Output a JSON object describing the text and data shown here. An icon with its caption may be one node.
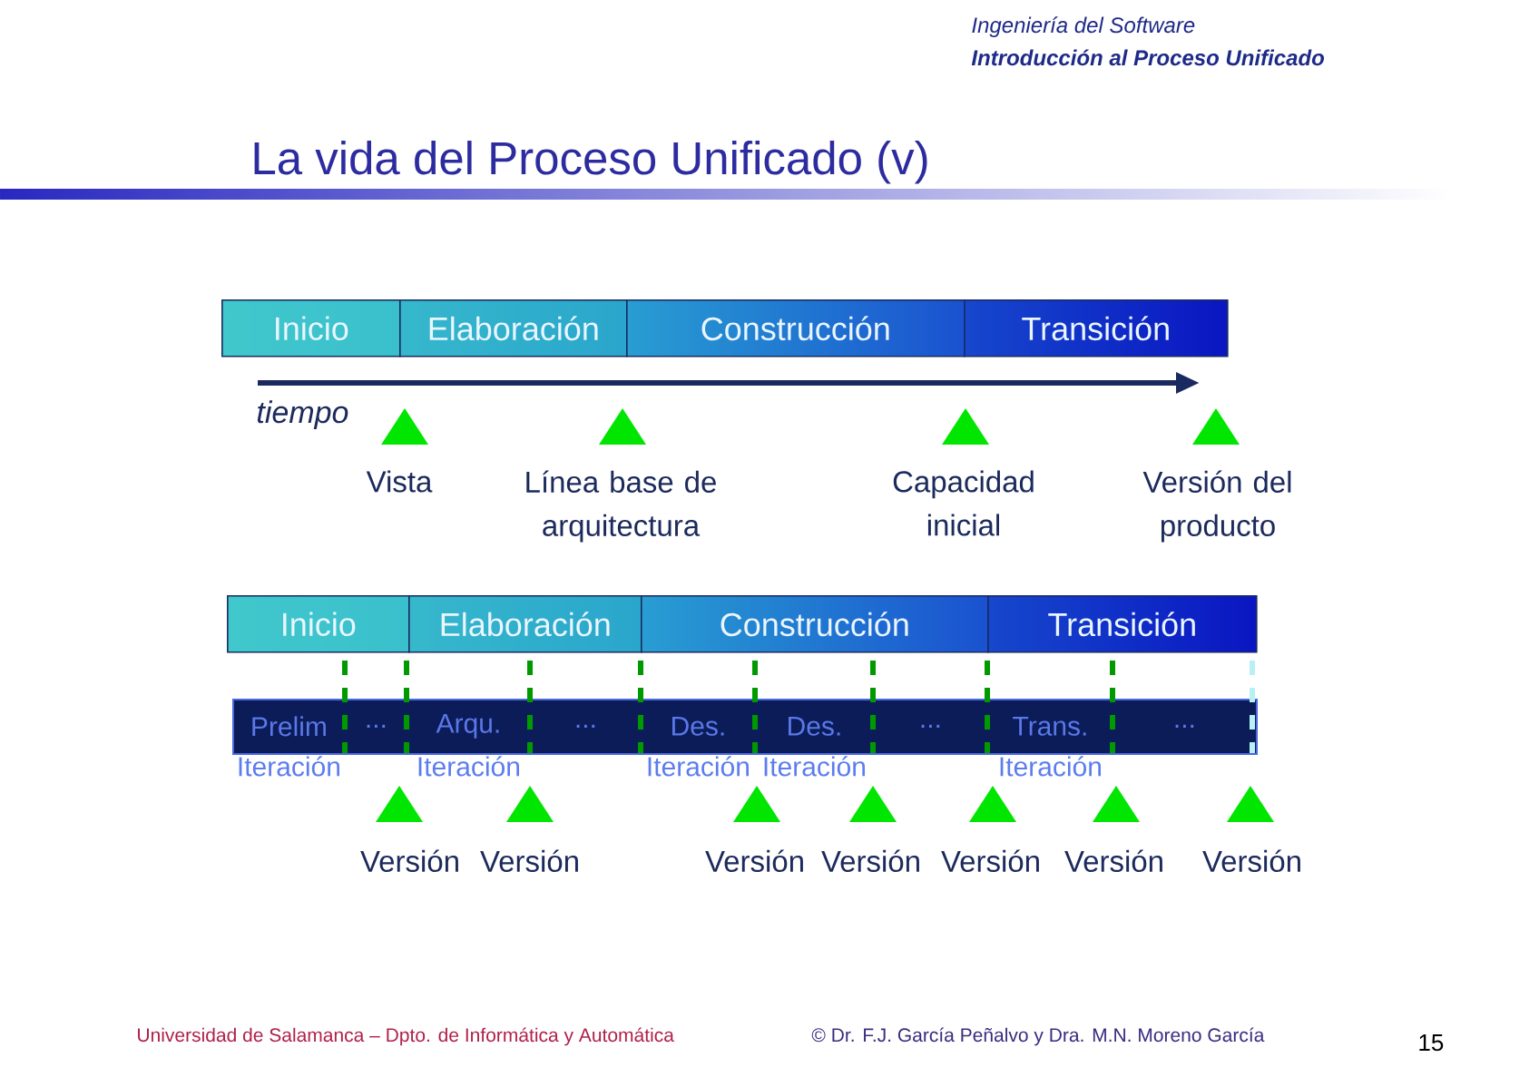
{
  "diagram": {
    "title": "La vida del Proceso Unificado (v)",
    "nodes": [
      {
        "text": [
          "Inicio"
        ]
      },
      {
        "text": [
          "Elaboración"
        ]
      },
      {
        "text": [
          "Construcción"
        ]
      },
      {
        "text": [
          "Transición"
        ]
      },
      {
        "text": [
          "Inicio"
        ]
      },
      {
        "text": [
          "Elaboración"
        ]
      },
      {
        "text": [
          "Construcción"
        ]
      },
      {
        "text": [
          "Transición"
        ]
      },
      {
        "text": [],
        "shape": "bar"
      },
      {
        "text": [
          "Prelim"
        ],
        "in": 8,
        "beside": [
          "Iteración"
        ]
      },
      {
        "text": [
          "..."
        ],
        "in": 8
      },
      {
        "text": [
          "Arqu."
        ],
        "in": 8,
        "beside": [
          "Iteración"
        ]
      },
      {
        "text": [
          "..."
        ],
        "in": 8
      },
      {
        "text": [
          "Des."
        ],
        "in": 8,
        "beside": [
          "Iteración"
        ]
      },
      {
        "text": [
          "Des."
        ],
        "in": 8,
        "beside": [
          "Iteración"
        ]
      },
      {
        "text": [
          "..."
        ],
        "in": 8
      },
      {
        "text": [
          "Trans."
        ],
        "in": 8,
        "beside": [
          "Iteración"
        ]
      },
      {
        "text": [
          "..."
        ],
        "in": 8
      }
    ],
    "labels": [
      "Ingeniería del Software",
      "Introducción al Proceso Unificado",
      "tiempo",
      "Vista",
      "Línea base de arquitectura",
      "Capacidad inicial",
      "Versión del producto",
      "Versión",
      "Versión",
      "Versión",
      "Versión",
      "Versión",
      "Versión",
      "Versión",
      "Universidad de Salamanca – Dpto. de Informática y Automática",
      "© Dr. F.J. García Peñalvo y Dra. M.N. Moreno García",
      "15"
    ]
  }
}
